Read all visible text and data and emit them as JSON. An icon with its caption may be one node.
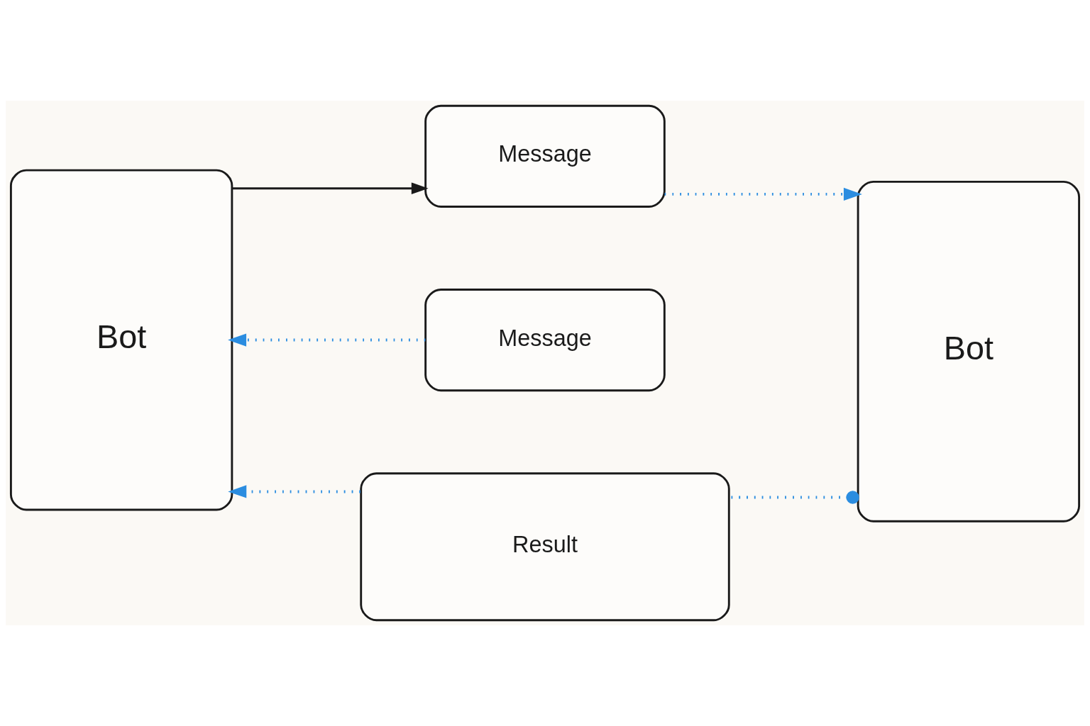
{
  "diagram": {
    "nodes": [
      {
        "text": [
          "Bot"
        ]
      },
      {
        "text": [
          "Message"
        ]
      },
      {
        "text": [
          "Bot"
        ]
      },
      {
        "text": [
          "Message"
        ]
      },
      {
        "text": [
          "Result"
        ]
      }
    ],
    "edges": [
      {
        "from": 0,
        "to": 1,
        "arrow": "to",
        "color": "#1a1a1a"
      },
      {
        "from": 1,
        "to": 2,
        "arrow": "to",
        "style": "dashed"
      },
      {
        "from": 3,
        "to": 0,
        "arrow": "to",
        "style": "dashed"
      },
      {
        "from": 4,
        "to": 0,
        "arrow": "to",
        "style": "dashed"
      },
      {
        "from": 2,
        "to": 4,
        "arrow": "other",
        "style": "dashed"
      }
    ]
  }
}
